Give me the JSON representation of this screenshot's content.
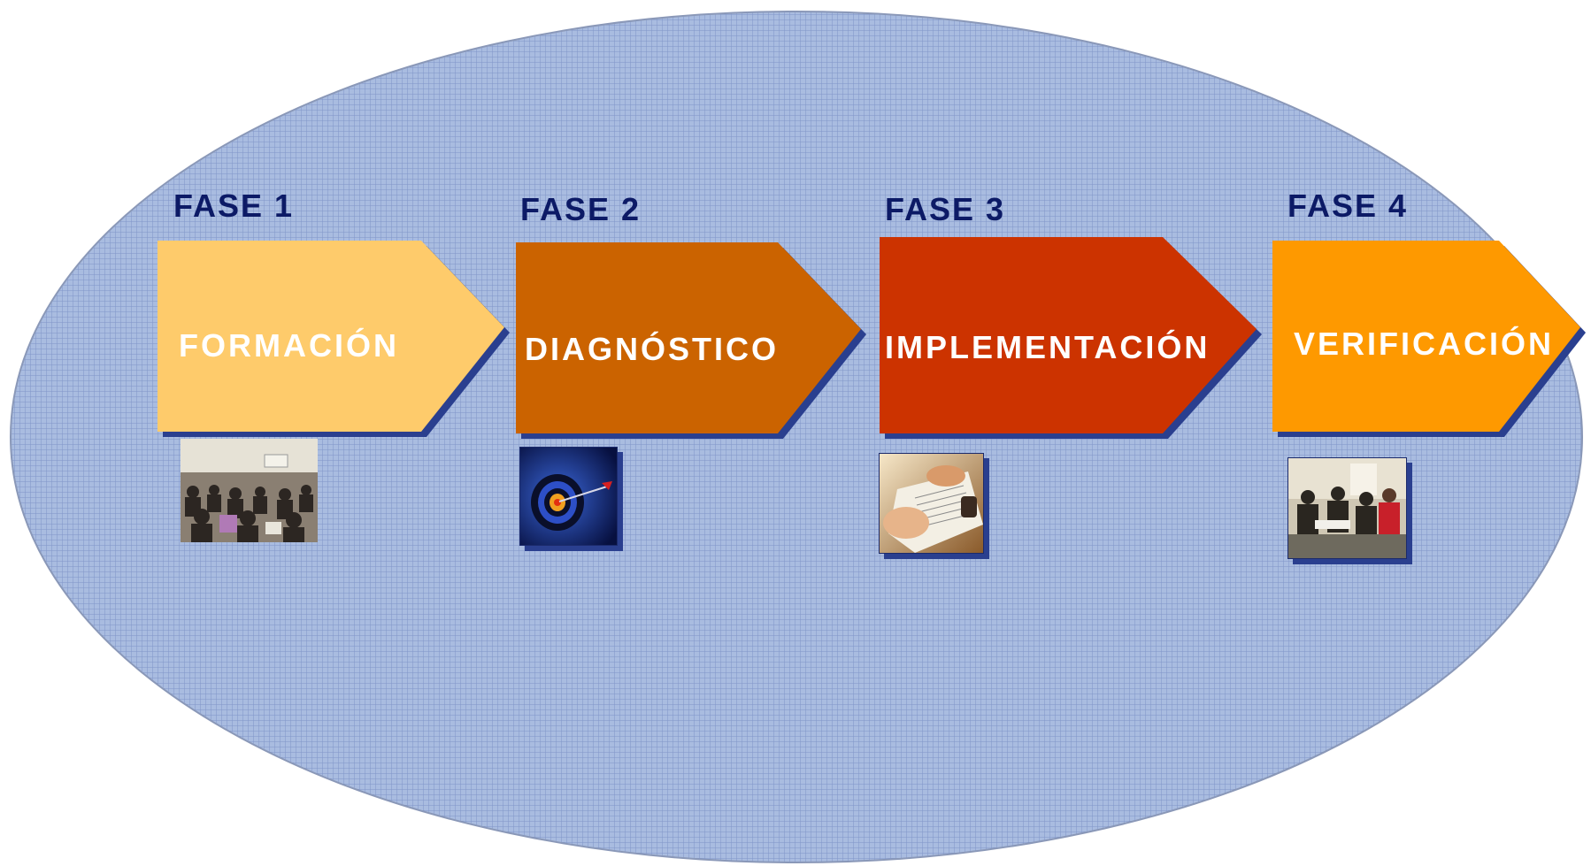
{
  "phases": [
    {
      "label": "FASE 1",
      "title": "FORMACIÓN",
      "color": "#fecb6b",
      "image": "classroom-meeting-photo"
    },
    {
      "label": "FASE 2",
      "title": "DIAGNÓSTICO",
      "color": "#cb6300",
      "image": "target-dart-photo"
    },
    {
      "label": "FASE 3",
      "title": "IMPLEMENTACIÓN",
      "color": "#cc3300",
      "image": "hands-writing-document-photo"
    },
    {
      "label": "FASE 4",
      "title": "VERIFICACIÓN",
      "color": "#fe9900",
      "image": "group-discussion-photo"
    }
  ],
  "background": {
    "ellipse_color": "#9fb3d8",
    "grid_color": "#8fa3cf",
    "border_color": "#6f7fa6"
  },
  "shadow_color": "#2a3f8f"
}
